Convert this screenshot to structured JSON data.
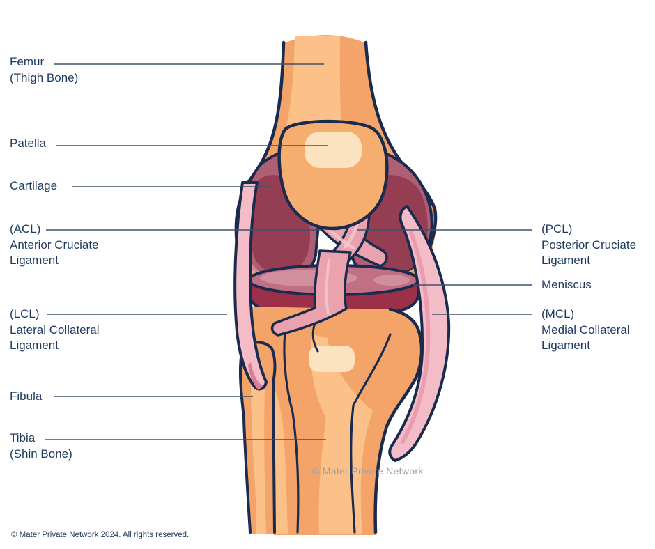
{
  "diagram": {
    "name": "Knee joint anatomy diagram",
    "labels": {
      "femur": {
        "lines": [
          "Femur",
          "(Thigh Bone)"
        ]
      },
      "patella": {
        "lines": [
          "Patella"
        ]
      },
      "cartilage": {
        "lines": [
          "Cartilage"
        ]
      },
      "acl": {
        "lines": [
          "(ACL)",
          "Anterior Cruciate",
          "Ligament"
        ]
      },
      "lcl": {
        "lines": [
          "(LCL)",
          "Lateral Collateral",
          "Ligament"
        ]
      },
      "fibula": {
        "lines": [
          "Fibula"
        ]
      },
      "tibia": {
        "lines": [
          "Tibia",
          "(Shin Bone)"
        ]
      },
      "pcl": {
        "lines": [
          "(PCL)",
          "Posterior Cruciate",
          "Ligament"
        ]
      },
      "meniscus": {
        "lines": [
          "Meniscus"
        ]
      },
      "mcl": {
        "lines": [
          "(MCL)",
          "Medial Collateral",
          "Ligament"
        ]
      }
    },
    "watermark": "© Mater Private Network",
    "footer": "© Mater Private Network 2024. All rights reserved."
  },
  "colors": {
    "background": "#ffffff",
    "label_text": "#1e3a5f",
    "leader_line": "#3f5069",
    "outline": "#1b2b4e",
    "bone": "#f4a469",
    "bone_light": "#fbc189",
    "bone_highlight": "#fbe3bf",
    "cartilage": "#af5f74",
    "condyle": "#953e53",
    "condyle_sheen": "#c9899a",
    "meniscus_top": "#c06f85",
    "meniscus_sheen": "#d08e9e",
    "meniscus_rim": "#9b3048",
    "cruciate_pink": "#e9a2ae",
    "cruciate_sheen": "#f3c5cc",
    "collateral_pink": "#f4bcc6",
    "collateral_fold": "#d77f96",
    "watermark_gray": "#9ba0a6"
  }
}
